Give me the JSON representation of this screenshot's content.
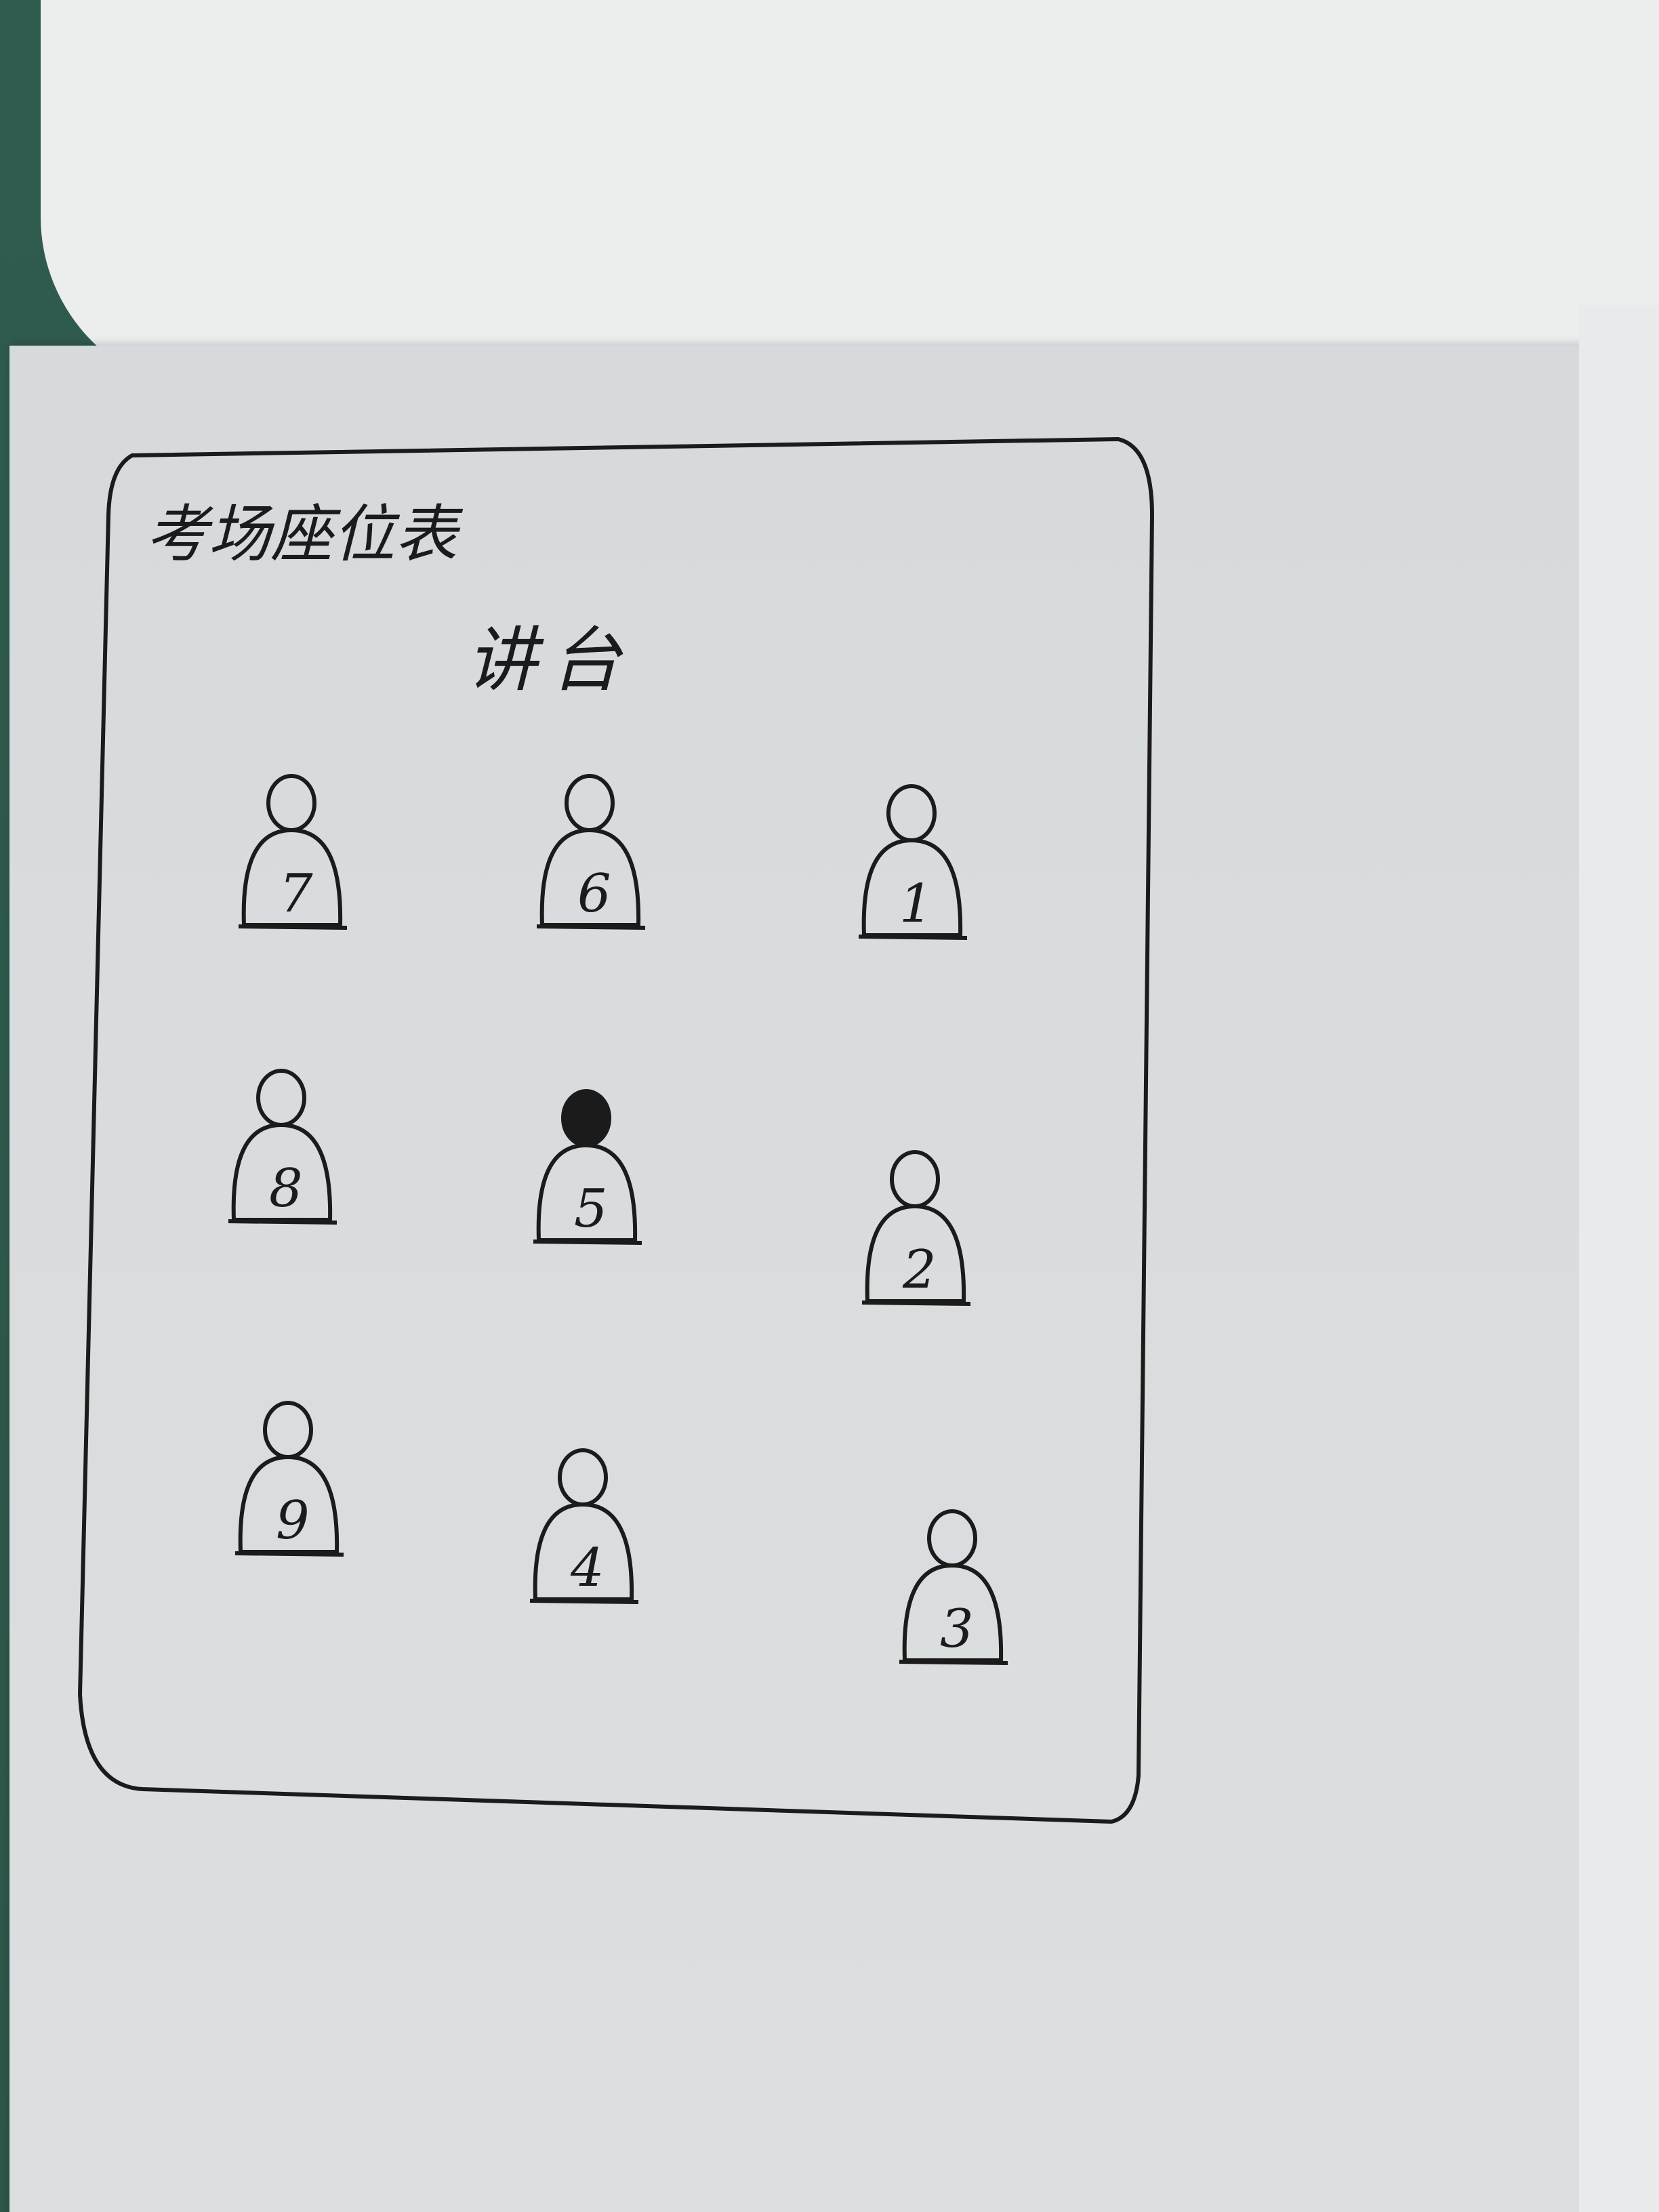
{
  "sheet": {
    "title": "考场座位表",
    "podium_label": "讲台"
  },
  "seats": [
    {
      "number": "7",
      "row": 1,
      "col": 1
    },
    {
      "number": "6",
      "row": 1,
      "col": 2
    },
    {
      "number": "1",
      "row": 1,
      "col": 3
    },
    {
      "number": "8",
      "row": 2,
      "col": 1
    },
    {
      "number": "5",
      "row": 2,
      "col": 2,
      "head_filled": true
    },
    {
      "number": "2",
      "row": 2,
      "col": 3
    },
    {
      "number": "9",
      "row": 3,
      "col": 1
    },
    {
      "number": "4",
      "row": 3,
      "col": 2
    },
    {
      "number": "3",
      "row": 3,
      "col": 3
    }
  ],
  "colors": {
    "ink": "#1b1b1b",
    "paper": "#d9dcde",
    "table": "#2f5c4e"
  }
}
